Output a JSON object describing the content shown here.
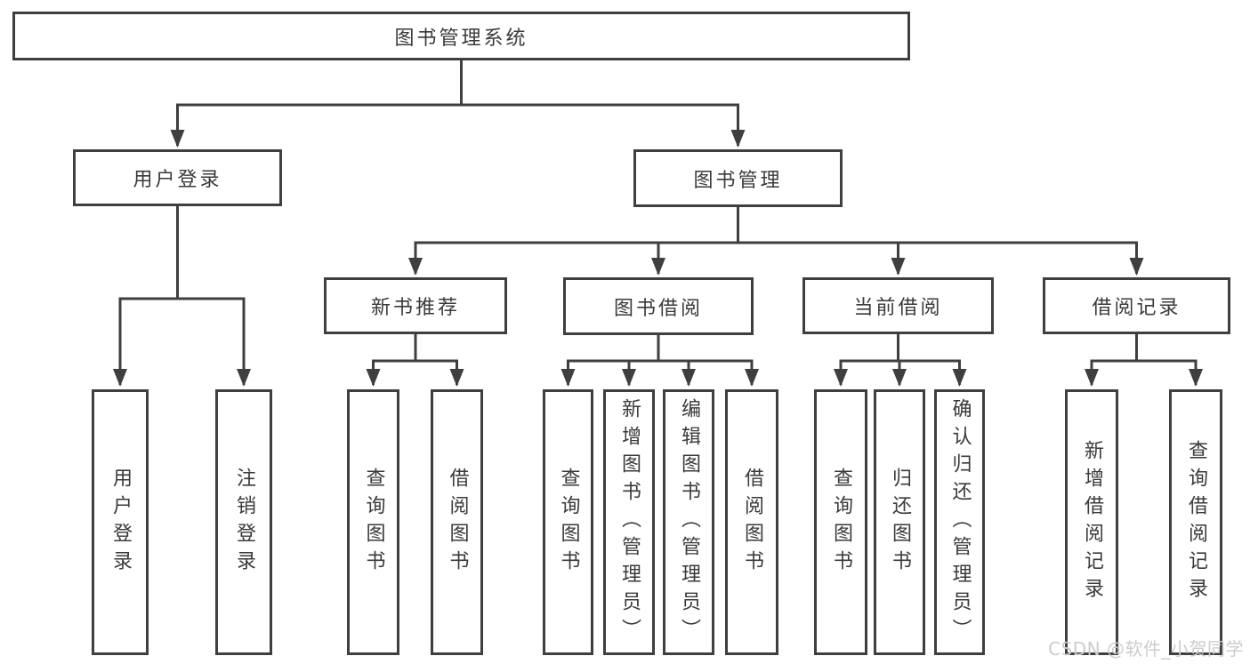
{
  "diagram": {
    "root": "图书管理系统",
    "level2": {
      "login": "用户登录",
      "management": "图书管理"
    },
    "level3": {
      "recommend": "新书推荐",
      "borrow": "图书借阅",
      "current": "当前借阅",
      "records": "借阅记录"
    },
    "leaves": {
      "login_user": "用户登录",
      "login_logout": "注销登录",
      "recommend_query": "查询图书",
      "recommend_borrow": "借阅图书",
      "borrow_query": "查询图书",
      "borrow_add": "新增图书（管理员）",
      "borrow_edit": "编辑图书（管理员）",
      "borrow_do": "借阅图书",
      "current_query": "查询图书",
      "current_return": "归还图书",
      "current_confirm": "确认归还（管理员）",
      "records_add": "新增借阅记录",
      "records_query": "查询借阅记录"
    }
  },
  "watermark": "CSDN @软件_小贺同学",
  "colors": {
    "line": "#3f3f3f",
    "box_border": "#3f3f3f",
    "text": "#3a3a3a",
    "watermark": "#cccccc",
    "background": "#ffffff"
  }
}
